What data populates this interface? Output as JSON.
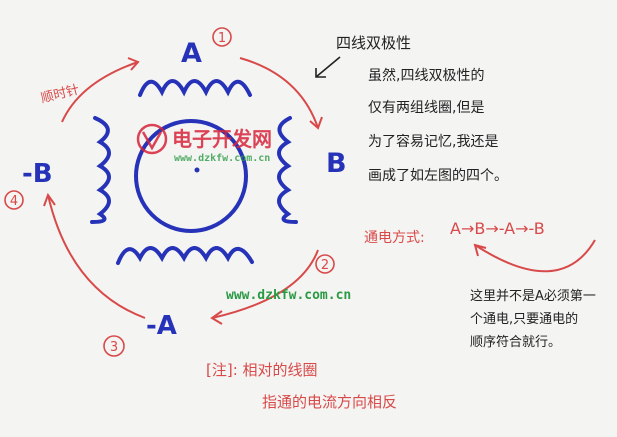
{
  "motor": {
    "pole_a": "A",
    "pole_b": "B",
    "pole_neg_a": "-A",
    "pole_neg_b": "-B",
    "num1": "1",
    "num2": "2",
    "num3": "3",
    "num4": "4",
    "direction_label": "顺时针"
  },
  "title_note": "四线双极性",
  "notes": {
    "line1": "虽然,四线双极性的",
    "line2": "仅有两组线圈,但是",
    "line3": "为了容易记忆,我还是",
    "line4": "画成了如左图的四个。"
  },
  "sequence": {
    "label": "通电方式:",
    "text": "A→B→-A→-B"
  },
  "rule": {
    "line1": "这里并不是A必须第一",
    "line2": "个通电,只要通电的",
    "line3": "顺序符合就行。"
  },
  "footnote": {
    "line1": "[注]: 相对的线圈",
    "line2": "指通的电流方向相反"
  },
  "watermark": {
    "site_name": "电子开发网",
    "url_small": "www.dzkfw.com.cn",
    "url_large": "www.dzkfw.com.cn"
  },
  "colors": {
    "coil_blue": "#2633b8",
    "annotation_red": "#d84a4a",
    "ink": "#222222",
    "watermark_red": "#d8243a",
    "watermark_green": "#2a9a44"
  }
}
